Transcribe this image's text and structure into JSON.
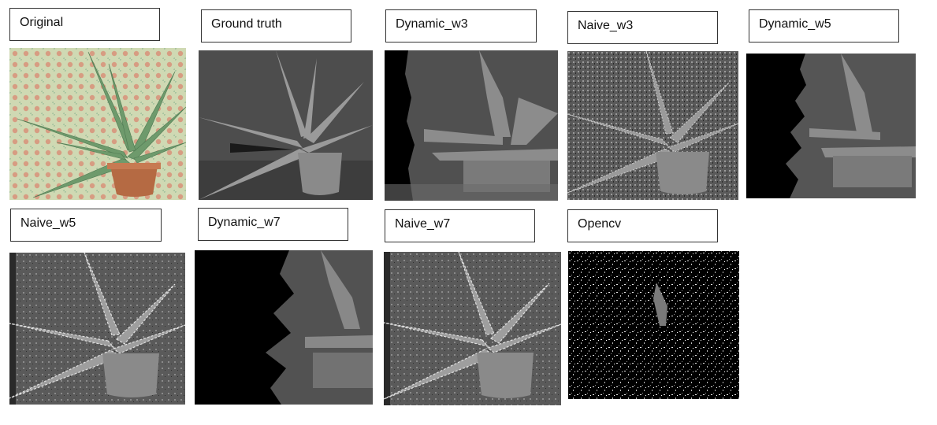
{
  "figure": {
    "panels": [
      {
        "id": "original",
        "label": "Original"
      },
      {
        "id": "ground_truth",
        "label": "Ground truth"
      },
      {
        "id": "dynamic_w3",
        "label": "Dynamic_w3"
      },
      {
        "id": "naive_w3",
        "label": "Naive_w3"
      },
      {
        "id": "dynamic_w5",
        "label": "Dynamic_w5"
      },
      {
        "id": "naive_w5",
        "label": "Naive_w5"
      },
      {
        "id": "dynamic_w7",
        "label": "Dynamic_w7"
      },
      {
        "id": "naive_w7",
        "label": "Naive_w7"
      },
      {
        "id": "opencv",
        "label": "Opencv"
      }
    ]
  }
}
